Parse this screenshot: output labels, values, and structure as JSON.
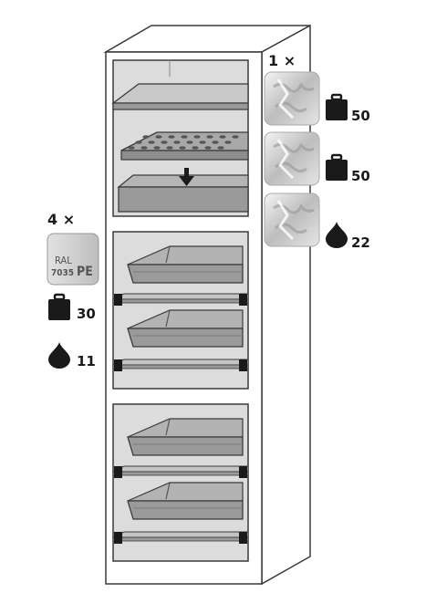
{
  "steel_shelf": {
    "quantity": "1 ×",
    "badges": [
      {
        "icon": "weight-icon",
        "unit": "Kg",
        "value": "50"
      },
      {
        "icon": "weight-icon",
        "unit": "Kg",
        "value": "50"
      },
      {
        "icon": "liquid-drop-icon",
        "unit": "L",
        "value": "22"
      }
    ]
  },
  "trays": {
    "quantity": "4 ×",
    "material_code": "RAL",
    "material_number": "7035",
    "material_type": "PE",
    "badges": [
      {
        "icon": "weight-icon",
        "unit": "Kg",
        "value": "30"
      },
      {
        "icon": "liquid-drop-icon",
        "unit": "L",
        "value": "11"
      }
    ]
  },
  "colors": {
    "outline": "#3a3a3a",
    "interior": "#dcdcdc",
    "tray": "#9a9a9a",
    "badge": "#1a1a1a"
  }
}
